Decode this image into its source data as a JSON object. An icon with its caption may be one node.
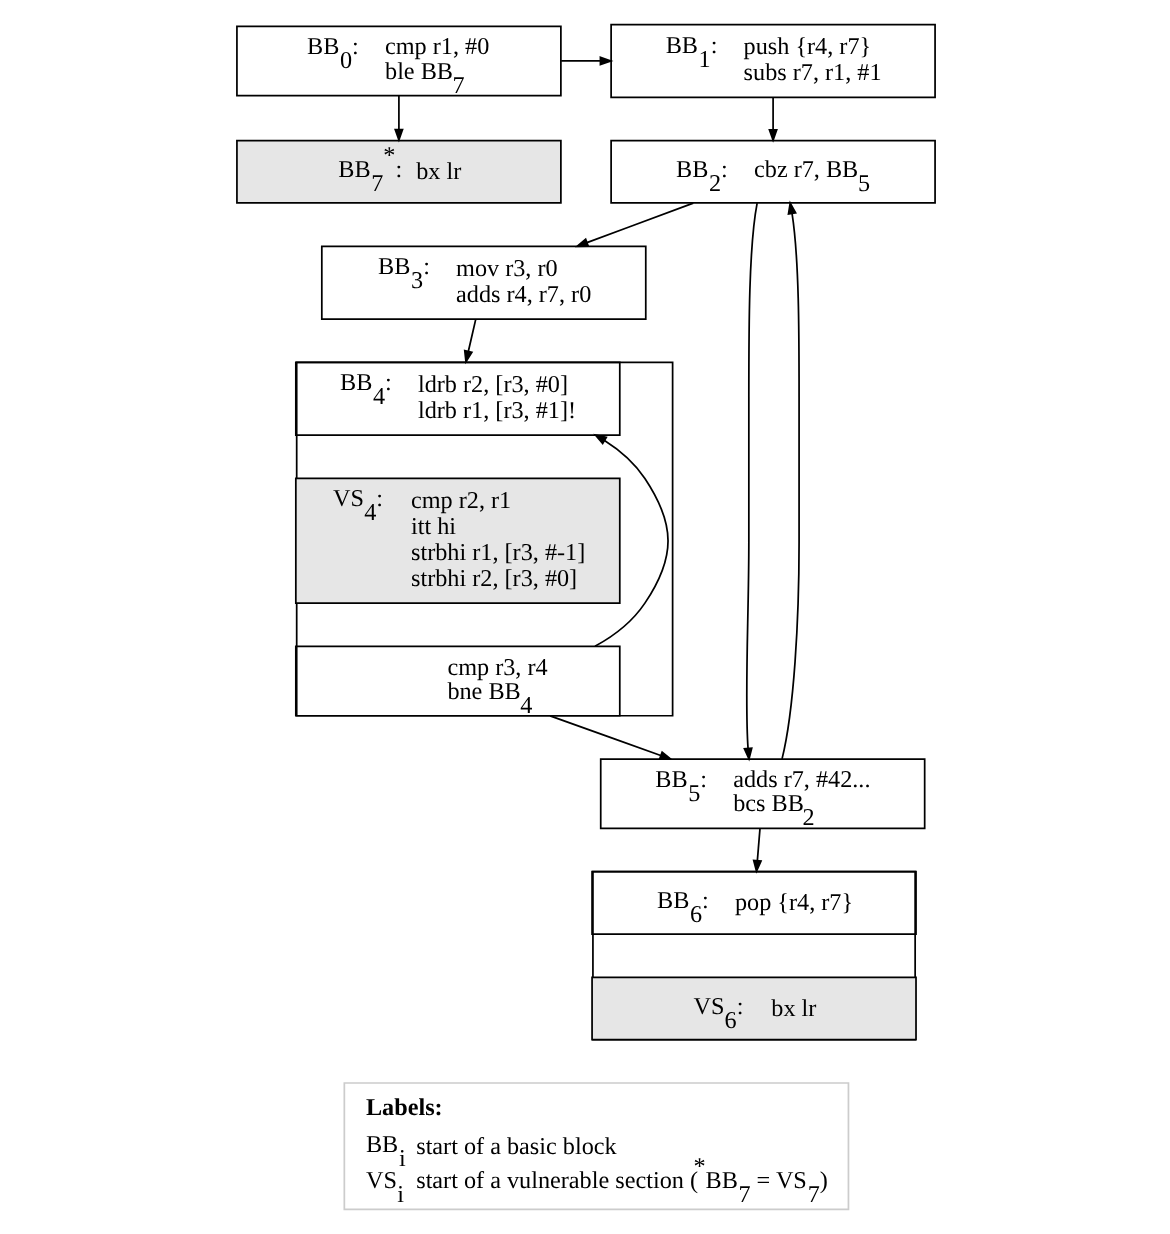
{
  "diagram": {
    "nodes": [
      {
        "text": [
          "BB$_{0}$:",
          "cmp r1, #0",
          "ble BB$_{7}$"
        ]
      },
      {
        "text": [
          "BB$_{1}$:",
          "push {r4, r7}",
          "subs r7, r1, #1"
        ]
      },
      {
        "text": [
          "BB$_{7}$$^{*}$:",
          "bx lr"
        ]
      },
      {
        "text": [
          "BB$_{2}$:",
          "cbz r7, BB$_{5}$"
        ]
      },
      {
        "text": [
          "BB$_{3}$:",
          "mov r3, r0",
          "adds r4, r7, r0"
        ]
      },
      {
        "text": [],
        "shape": "box"
      },
      {
        "text": [
          "BB$_{4}$:",
          "ldrb r2, [r3, #0]",
          "ldrb r1, [r3, #1]!"
        ],
        "in": 5
      },
      {
        "text": [
          "VS$_{4}$:",
          "cmp r2, r1",
          "itt hi",
          "strbhi r1, [r3, #-1]",
          "strbhi r2, [r3, #0]"
        ],
        "in": 5
      },
      {
        "text": [
          "cmp r3, r4",
          "bne BB$_{4}$"
        ],
        "in": 5
      },
      {
        "text": [
          "BB$_{5}$:",
          "adds r7, #42...",
          "bcs BB$_{2}$"
        ]
      },
      {
        "text": [],
        "shape": "box"
      },
      {
        "text": [
          "BB$_{6}$:",
          "pop {r4, r7}"
        ],
        "in": 10
      },
      {
        "text": [
          "VS$_{6}$:",
          "bx lr"
        ],
        "in": 10
      }
    ],
    "edges": [
      {
        "from": 0,
        "to": 1,
        "arrow": "to"
      },
      {
        "from": 0,
        "to": 2,
        "arrow": "to"
      },
      {
        "from": 1,
        "to": 3,
        "arrow": "to"
      },
      {
        "from": 3,
        "to": 4,
        "arrow": "to"
      },
      {
        "from": 9,
        "to": 3,
        "arrow": "to"
      },
      {
        "from": 3,
        "to": 9,
        "arrow": "to"
      },
      {
        "from": 4,
        "to": 6,
        "arrow": "to"
      },
      {
        "from": 8,
        "to": 9,
        "arrow": "to"
      },
      {
        "from": 8,
        "to": 6,
        "arrow": "to"
      },
      {
        "from": 9,
        "to": 11,
        "arrow": "to"
      }
    ],
    "labels": [
      "Labels:",
      "BB$_{i}$",
      "start of a basic block",
      "VS$_{i}$",
      "start of a vulnerable section ($^{*}$BB$_{7}$ = VS$_{7}$)"
    ]
  }
}
